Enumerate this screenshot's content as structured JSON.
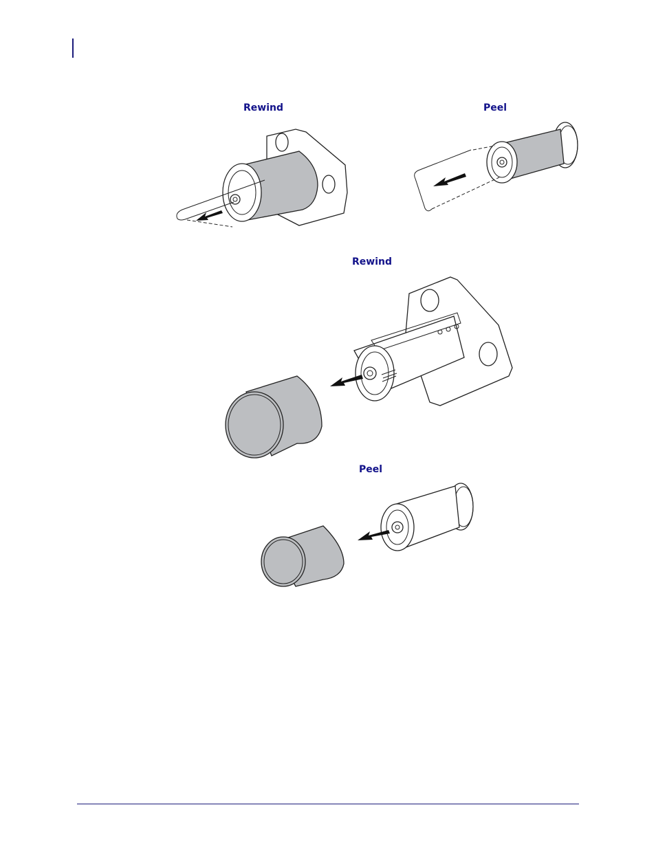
{
  "figures": [
    {
      "label": "Rewind",
      "illustration": "rewind-hook-removal"
    },
    {
      "label": "Peel",
      "illustration": "peel-hook-removal"
    },
    {
      "label": "Rewind",
      "illustration": "rewind-media-removal"
    },
    {
      "label": "Peel",
      "illustration": "peel-media-removal"
    }
  ],
  "colors": {
    "accent": "#1a1a7a",
    "label": "#12128a",
    "media": "#bcbec1"
  }
}
